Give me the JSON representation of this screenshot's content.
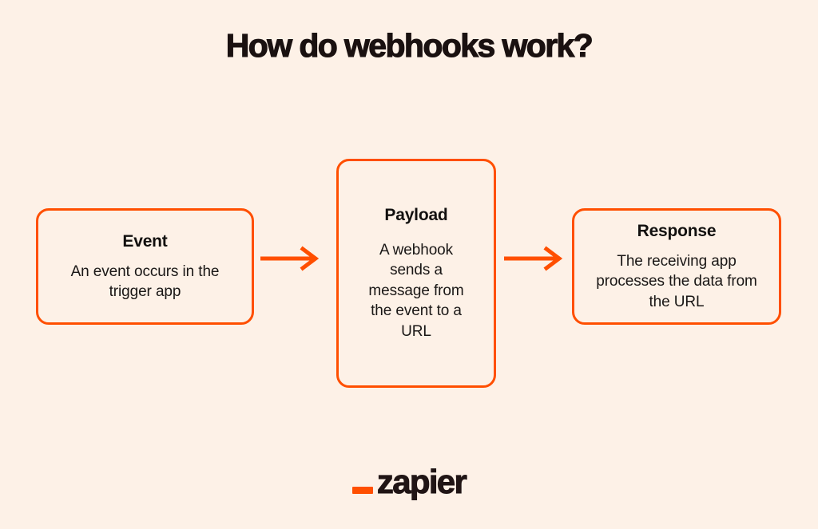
{
  "page": {
    "title": "How do webhooks work?",
    "background_color": "#FDF1E7",
    "accent_color": "#FF4F00",
    "text_color": "#1A1110"
  },
  "diagram": {
    "type": "flow",
    "direction": "left-to-right",
    "steps": [
      {
        "id": "event",
        "heading": "Event",
        "body": "An event occurs in the trigger app"
      },
      {
        "id": "payload",
        "heading": "Payload",
        "body": "A webhook sends a message from the event to a URL"
      },
      {
        "id": "response",
        "heading": "Response",
        "body": "The receiving app processes the data from the URL"
      }
    ],
    "connectors": [
      {
        "id": "arrow-event-to-payload",
        "icon": "arrow-right-icon",
        "color": "#FF4F00"
      },
      {
        "id": "arrow-payload-to-response",
        "icon": "arrow-right-icon",
        "color": "#FF4F00"
      }
    ]
  },
  "brand": {
    "name": "zapier",
    "mark": "orange-underscore",
    "mark_color": "#FF4F00",
    "name_color": "#201515"
  }
}
